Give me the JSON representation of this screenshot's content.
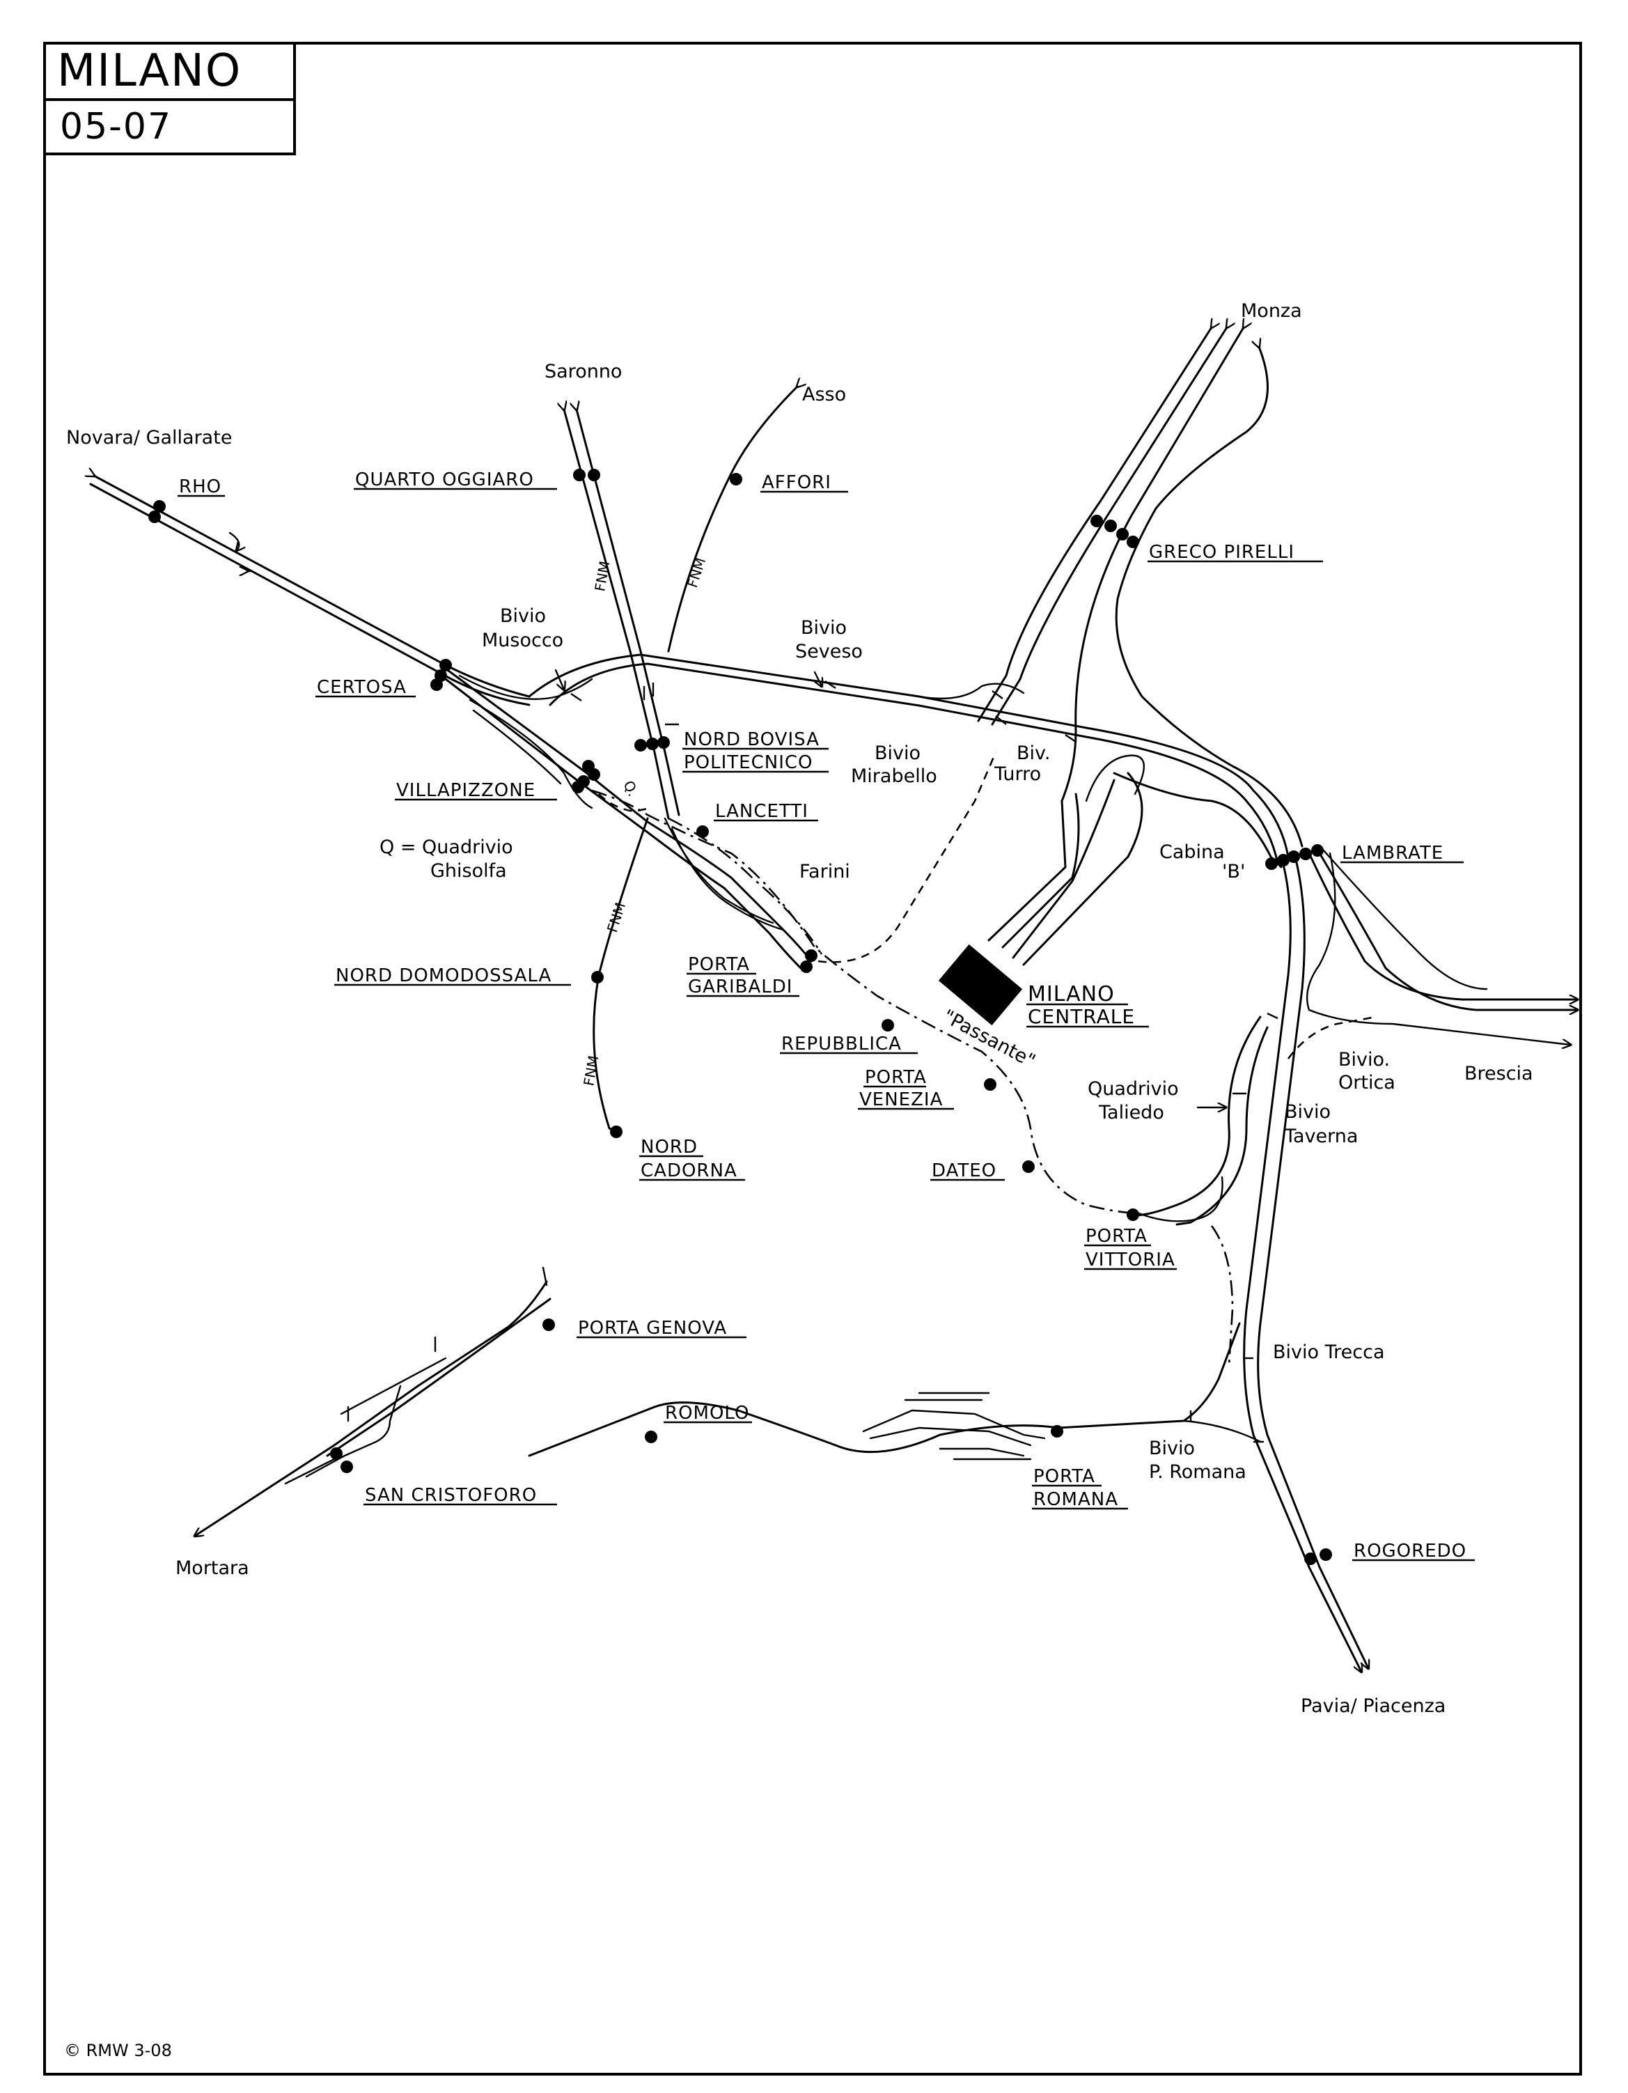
{
  "header": {
    "title": "MILANO",
    "date": "05-07"
  },
  "copyright": "© RMW 3-08",
  "destinations": {
    "novara_gallarate": "Novara/ Gallarate",
    "saronno": "Saronno",
    "asso": "Asso",
    "monza": "Monza",
    "brescia": "Brescia",
    "pavia_piacenza": "Pavia/ Piacenza",
    "mortara": "Mortara"
  },
  "stations": {
    "rho": "RHO",
    "quarto_oggiaro": "QUARTO OGGIARO",
    "affori": "AFFORI",
    "greco_pirelli": "GRECO PIRELLI",
    "certosa": "CERTOSA",
    "nord_bovisa": "NORD BOVISA",
    "politecnico": "POLITECNICO",
    "villapizzone": "VILLAPIZZONE",
    "lancetti": "LANCETTI",
    "lambrate": "LAMBRATE",
    "nord_domodossala": "NORD DOMODOSSALA",
    "porta_garibaldi_1": "PORTA",
    "porta_garibaldi_2": "GARIBALDI",
    "milano_centrale_1": "MILANO",
    "milano_centrale_2": "CENTRALE",
    "repubblica": "REPUBBLICA",
    "porta_venezia_1": "PORTA",
    "porta_venezia_2": "VENEZIA",
    "nord_cadorna_1": "NORD",
    "nord_cadorna_2": "CADORNA",
    "dateo": "DATEO",
    "porta_vittoria_1": "PORTA",
    "porta_vittoria_2": "VITTORIA",
    "porta_genova": "PORTA GENOVA",
    "romolo": "ROMOLO",
    "san_cristoforo": "SAN CRISTOFORO",
    "porta_romana_1": "PORTA",
    "porta_romana_2": "ROMANA",
    "rogoredo": "ROGOREDO"
  },
  "junctions": {
    "bivio_musocco_1": "Bivio",
    "bivio_musocco_2": "Musocco",
    "bivio_seveso_1": "Bivio",
    "bivio_seveso_2": "Seveso",
    "bivio_mirabello_1": "Bivio",
    "bivio_mirabello_2": "Mirabello",
    "biv_turro_1": "Biv.",
    "biv_turro_2": "Turro",
    "q_legend_1": "Q = Quadrivio",
    "q_legend_2": "Ghisolfa",
    "q_mark": "Q.",
    "farini": "Farini",
    "cabina_b_1": "Cabina",
    "cabina_b_2": "'B'",
    "passante": "\"Passante\"",
    "quadrivio_taliedo_1": "Quadrivio",
    "quadrivio_taliedo_2": "Taliedo",
    "bivio_ortica_1": "Bivio.",
    "bivio_ortica_2": "Ortica",
    "bivio_taverna_1": "Bivio",
    "bivio_taverna_2": "Taverna",
    "bivio_trecca": "Bivio Trecca",
    "bivio_p_romana_1": "Bivio",
    "bivio_p_romana_2": "P. Romana"
  },
  "line_labels": {
    "fnm": "FNM"
  }
}
